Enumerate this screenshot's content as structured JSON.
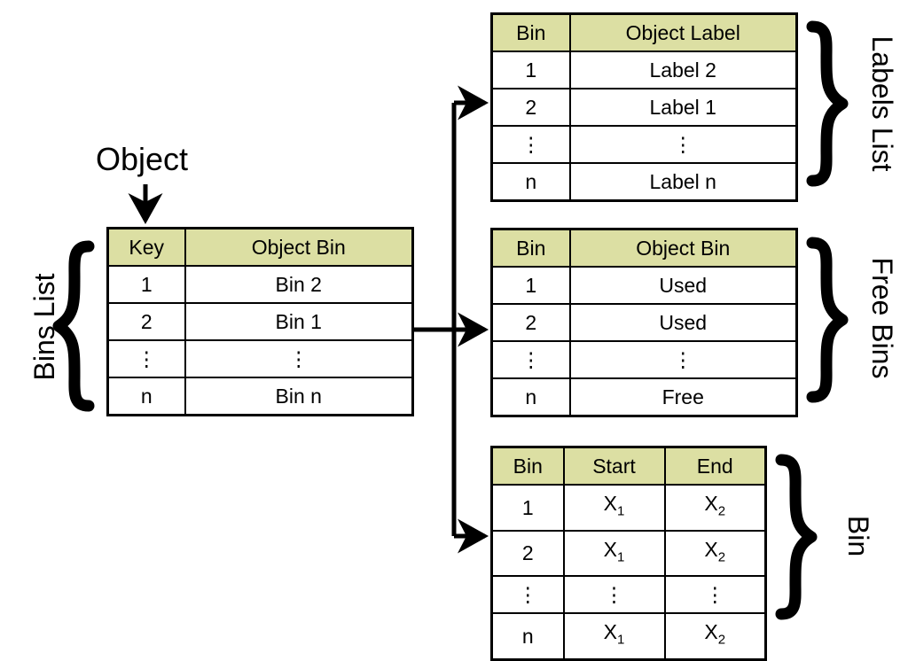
{
  "diagram": {
    "title_text": "Object",
    "header_fill": "#dcdfa3",
    "stroke_color": "#000000",
    "ellipsis": "⋮"
  },
  "bins_list": {
    "side_label": "Bins List",
    "brace_glyph": "{",
    "columns": [
      "Key",
      "Object Bin"
    ],
    "rows": [
      {
        "key": "1",
        "value": "Bin 2"
      },
      {
        "key": "2",
        "value": "Bin 1"
      },
      {
        "key": "⋮",
        "value": "⋮"
      },
      {
        "key": "n",
        "value": "Bin n"
      }
    ]
  },
  "labels_list": {
    "side_label": "Labels List",
    "brace_glyph": "}",
    "columns": [
      "Bin",
      "Object Label"
    ],
    "rows": [
      {
        "bin": "1",
        "value": "Label 2"
      },
      {
        "bin": "2",
        "value": "Label 1"
      },
      {
        "bin": "⋮",
        "value": "⋮"
      },
      {
        "bin": "n",
        "value": "Label n"
      }
    ]
  },
  "free_bins": {
    "side_label": "Free Bins",
    "brace_glyph": "}",
    "columns": [
      "Bin",
      "Object Bin"
    ],
    "rows": [
      {
        "bin": "1",
        "value": "Used"
      },
      {
        "bin": "2",
        "value": "Used"
      },
      {
        "bin": "⋮",
        "value": "⋮"
      },
      {
        "bin": "n",
        "value": "Free"
      }
    ]
  },
  "bin_table": {
    "side_label": "Bin",
    "brace_glyph": "}",
    "columns": [
      "Bin",
      "Start",
      "End"
    ],
    "rows": [
      {
        "bin": "1",
        "start_base": "X",
        "start_sub": "1",
        "end_base": "X",
        "end_sub": "2"
      },
      {
        "bin": "2",
        "start_base": "X",
        "start_sub": "1",
        "end_base": "X",
        "end_sub": "2"
      },
      {
        "bin": "⋮",
        "start_base": "⋮",
        "start_sub": "",
        "end_base": "⋮",
        "end_sub": ""
      },
      {
        "bin": "n",
        "start_base": "X",
        "start_sub": "1",
        "end_base": "X",
        "end_sub": "2"
      }
    ]
  }
}
